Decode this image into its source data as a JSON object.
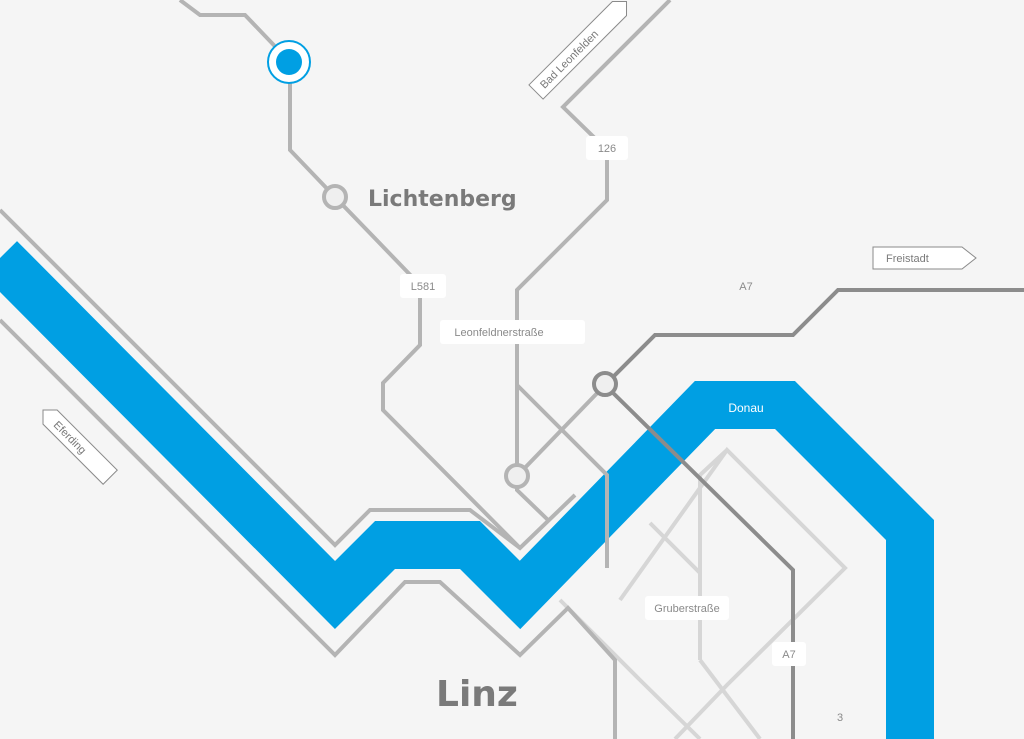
{
  "map": {
    "places": {
      "lichtenberg": "Lichtenberg",
      "linz": "Linz"
    },
    "river": {
      "name": "Donau",
      "color": "#009fe3"
    },
    "roads": {
      "r126": "126",
      "l581": "L581",
      "a7_upper": "A7",
      "a7_lower": "A7",
      "leonfeldnerstrasse": "Leonfeldnerstraße",
      "gruberstrasse": "Gruberstraße",
      "r3": "3"
    },
    "direction_signs": {
      "bad_leonfelden": "Bad Leonfelden",
      "freistadt": "Freistadt",
      "eferding": "Eferding"
    },
    "colors": {
      "background": "#f5f5f5",
      "road_light": "#b4b4b4",
      "road_dark": "#8c8c8c",
      "road_faint": "#d4d4d4",
      "highlight_station": "#009fe3"
    },
    "icons": {
      "current_location": "location-marker-icon",
      "station": "station-circle-icon"
    }
  }
}
